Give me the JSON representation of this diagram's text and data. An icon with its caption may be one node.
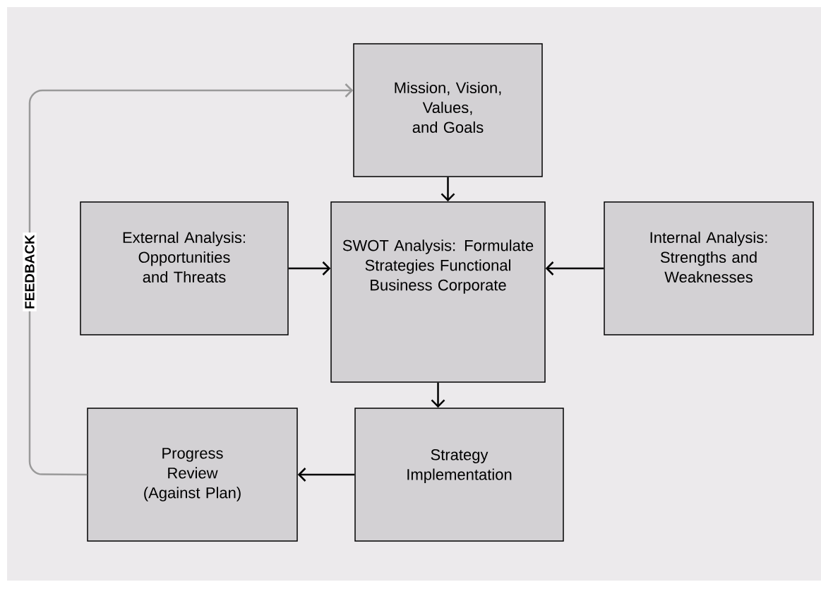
{
  "diagram": {
    "nodes": [
      {
        "text": [
          "Mission, Vision, Values, and Goals"
        ]
      },
      {
        "text": [
          "External Analysis: Opportunities and Threats"
        ]
      },
      {
        "text": [
          "SWOT Analysis: Formulate Strategies Functional Business Corporate"
        ]
      },
      {
        "text": [
          "Internal Analysis: Strengths and Weaknesses"
        ]
      },
      {
        "text": [
          "Progress Review (Against Plan)"
        ]
      },
      {
        "text": [
          "Strategy Implementation"
        ]
      }
    ],
    "edges": [
      {
        "from": 0,
        "to": 2,
        "arrow": "to"
      },
      {
        "from": 1,
        "to": 2,
        "arrow": "to"
      },
      {
        "from": 3,
        "to": 2,
        "arrow": "to"
      },
      {
        "from": 2,
        "to": 5,
        "arrow": "to"
      },
      {
        "from": 5,
        "to": 4,
        "arrow": "to"
      },
      {
        "from": 4,
        "to": 0,
        "arrow": "to",
        "label": "FEEDBACK",
        "color": "#9a9a9a"
      }
    ]
  }
}
